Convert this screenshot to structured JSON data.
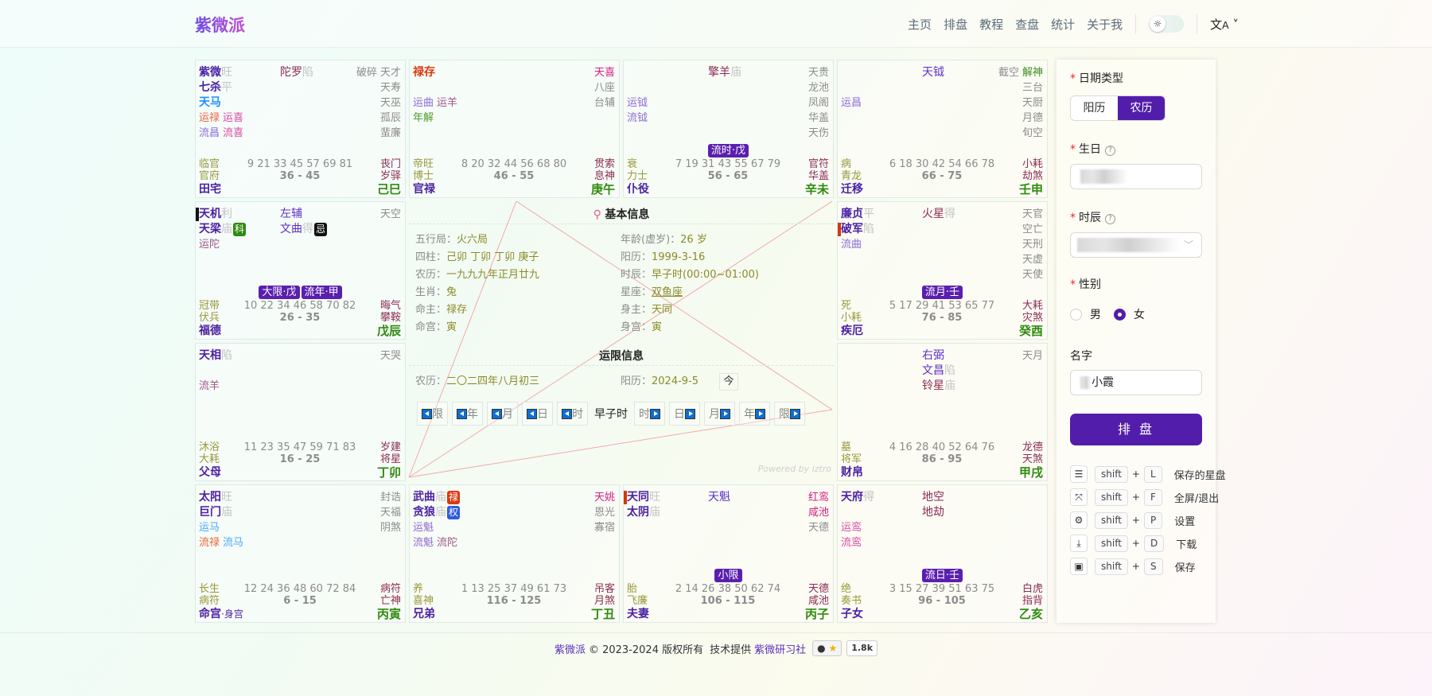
{
  "header": {
    "logo": "紫微派",
    "nav": [
      "主页",
      "排盘",
      "教程",
      "查盘",
      "统计",
      "关于我"
    ],
    "theme_icon": "sun-icon",
    "lang_icon": "translate-icon"
  },
  "colors": {
    "major": "#4a1fa3",
    "minor": "#5b2fc9",
    "sha": "#8a2a55",
    "gray": "#8c8c8c",
    "pink": "#d41f7f",
    "green": "#3b8f1e",
    "red": "#d9380f",
    "blue": "#1e90ff",
    "ypurple": "#8e6ad8",
    "ymaroon": "#a0588a",
    "yorange": "#e8643c",
    "ypink": "#d94aa2",
    "yblue": "#4aa8ff",
    "ygreen": "#4e9a2a",
    "olive": "#98983a",
    "maroon": "#8b2d55",
    "mut_科": "#2f8a10",
    "mut_忌": "#111111",
    "mut_禄": "#d9380f",
    "mut_权": "#2e5be0",
    "mark_black": "#111111",
    "mark_red": "#d4380d"
  },
  "palaces": [
    {
      "pos": [
        0,
        0
      ],
      "left": [
        {
          "n": "紫微",
          "b": "旺"
        },
        {
          "n": "七杀",
          "b": "平"
        },
        {
          "n": "天马",
          "c": "blue"
        }
      ],
      "mid": [
        {
          "n": "陀罗",
          "b": "陷",
          "c": "sha"
        }
      ],
      "right": [
        [
          {
            "n": "破碎"
          },
          {
            "n": "天才"
          }
        ],
        [
          {
            "n": "天寿"
          }
        ],
        [
          {
            "n": "天巫"
          }
        ],
        [
          {
            "n": "孤辰"
          }
        ],
        [
          {
            "n": "蜚廉"
          }
        ]
      ],
      "yun": [
        [
          {
            "n": "运禄",
            "c": "yorange"
          },
          {
            "n": "运喜",
            "c": "ypink"
          }
        ],
        [
          {
            "n": "流昌",
            "c": "ypurple"
          },
          {
            "n": "流喜",
            "c": "ypink"
          }
        ]
      ],
      "badges": [],
      "cs": "临官",
      "bs": "官府",
      "ages": "9 21 33 45 57 69 81",
      "decade": "36 - 45",
      "sq": "丧门",
      "jq": "岁驿",
      "name": "田宅",
      "stem": "己巳"
    },
    {
      "pos": [
        0,
        1
      ],
      "left": [
        {
          "n": "禄存",
          "c": "red"
        }
      ],
      "mid": [],
      "right": [
        [
          {
            "n": "天喜",
            "c": "pink"
          }
        ],
        [
          {
            "n": "八座"
          }
        ],
        [
          {
            "n": "台辅"
          }
        ]
      ],
      "yun": [
        [
          {
            "n": "运曲",
            "c": "ypurple"
          },
          {
            "n": "运羊",
            "c": "ymaroon"
          }
        ],
        [
          {
            "n": "年解",
            "c": "ygreen"
          }
        ]
      ],
      "badges": [],
      "cs": "帝旺",
      "bs": "博士",
      "ages": "8 20 32 44 56 68 80",
      "decade": "46 - 55",
      "sq": "贯索",
      "jq": "息神",
      "name": "官禄",
      "stem": "庚午"
    },
    {
      "pos": [
        0,
        2
      ],
      "left": [],
      "mid": [
        {
          "n": "擎羊",
          "b": "庙",
          "c": "sha"
        }
      ],
      "right": [
        [
          {
            "n": "天贵"
          }
        ],
        [
          {
            "n": "龙池"
          }
        ],
        [
          {
            "n": "凤阁"
          }
        ],
        [
          {
            "n": "华盖"
          }
        ],
        [
          {
            "n": "天伤"
          }
        ]
      ],
      "yun": [
        [
          {
            "n": "运钺",
            "c": "ypurple"
          }
        ],
        [
          {
            "n": "流钺",
            "c": "ypurple"
          }
        ]
      ],
      "badges": [
        "流时·戊"
      ],
      "cs": "衰",
      "bs": "力士",
      "ages": "7 19 31 43 55 67 79",
      "decade": "56 - 65",
      "sq": "官符",
      "jq": "华盖",
      "name": "仆役",
      "stem": "辛未"
    },
    {
      "pos": [
        0,
        3
      ],
      "left": [],
      "mid": [
        {
          "n": "天钺",
          "c": "minor"
        }
      ],
      "right": [
        [
          {
            "n": "截空"
          },
          {
            "n": "解神",
            "c": "green"
          }
        ],
        [
          {
            "n": "三台"
          }
        ],
        [
          {
            "n": "天厨"
          }
        ],
        [
          {
            "n": "月德"
          }
        ],
        [
          {
            "n": "旬空"
          }
        ]
      ],
      "yun": [
        [
          {
            "n": "运昌",
            "c": "ypurple"
          }
        ]
      ],
      "badges": [],
      "cs": "病",
      "bs": "青龙",
      "ages": "6 18 30 42 54 66 78",
      "decade": "66 - 75",
      "sq": "小耗",
      "jq": "劫煞",
      "name": "迁移",
      "stem": "壬申"
    },
    {
      "pos": [
        1,
        0
      ],
      "left": [
        {
          "n": "天机",
          "b": "利",
          "mk": "mark_black"
        },
        {
          "n": "天梁",
          "b": "庙",
          "m": "科"
        }
      ],
      "mid": [
        {
          "n": "左辅",
          "c": "minor"
        },
        {
          "n": "文曲",
          "b": "得",
          "m": "忌",
          "c": "minor"
        }
      ],
      "right": [
        [
          {
            "n": "天空"
          }
        ]
      ],
      "yun": [
        [
          {
            "n": "运陀",
            "c": "ymaroon"
          }
        ]
      ],
      "badges": [
        "大限·戊",
        "流年·甲"
      ],
      "cs": "冠带",
      "bs": "伏兵",
      "ages": "10 22 34 46 58 70 82",
      "decade": "26 - 35",
      "sq": "晦气",
      "jq": "攀鞍",
      "name": "福德",
      "stem": "戊辰"
    },
    {
      "pos": [
        1,
        3
      ],
      "left": [
        {
          "n": "廉贞",
          "b": "平"
        },
        {
          "n": "破军",
          "b": "陷",
          "mk": "mark_red"
        }
      ],
      "mid": [
        {
          "n": "火星",
          "b": "得",
          "c": "sha"
        }
      ],
      "right": [
        [
          {
            "n": "天官"
          }
        ],
        [
          {
            "n": "空亡"
          }
        ],
        [
          {
            "n": "天刑"
          }
        ],
        [
          {
            "n": "天虚"
          }
        ],
        [
          {
            "n": "天使"
          }
        ]
      ],
      "yun": [
        [
          {
            "n": "流曲",
            "c": "ypurple"
          }
        ]
      ],
      "badges": [
        "流月·壬"
      ],
      "cs": "死",
      "bs": "小耗",
      "ages": "5 17 29 41 53 65 77",
      "decade": "76 - 85",
      "sq": "大耗",
      "jq": "灾煞",
      "name": "疾厄",
      "stem": "癸酉"
    },
    {
      "pos": [
        2,
        0
      ],
      "left": [
        {
          "n": "天相",
          "b": "陷"
        }
      ],
      "mid": [],
      "right": [
        [
          {
            "n": "天哭"
          }
        ]
      ],
      "yun": [
        [
          {
            "n": "流羊",
            "c": "ymaroon"
          }
        ]
      ],
      "badges": [],
      "cs": "沐浴",
      "bs": "大耗",
      "ages": "11 23 35 47 59 71 83",
      "decade": "16 - 25",
      "sq": "岁建",
      "jq": "将星",
      "name": "父母",
      "stem": "丁卯"
    },
    {
      "pos": [
        2,
        3
      ],
      "left": [],
      "mid": [
        {
          "n": "右弼",
          "c": "minor"
        },
        {
          "n": "文昌",
          "b": "陷",
          "c": "minor"
        },
        {
          "n": "铃星",
          "b": "庙",
          "c": "sha"
        }
      ],
      "right": [
        [
          {
            "n": "天月"
          }
        ]
      ],
      "yun": [],
      "badges": [],
      "cs": "墓",
      "bs": "将军",
      "ages": "4 16 28 40 52 64 76",
      "decade": "86 - 95",
      "sq": "龙德",
      "jq": "天煞",
      "name": "财帛",
      "stem": "甲戌"
    },
    {
      "pos": [
        3,
        0
      ],
      "left": [
        {
          "n": "太阳",
          "b": "旺"
        },
        {
          "n": "巨门",
          "b": "庙"
        }
      ],
      "mid": [],
      "right": [
        [
          {
            "n": "封诰"
          }
        ],
        [
          {
            "n": "天福"
          }
        ],
        [
          {
            "n": "阴煞"
          }
        ]
      ],
      "yun": [
        [
          {
            "n": "运马",
            "c": "yblue"
          }
        ],
        [
          {
            "n": "流禄",
            "c": "yorange"
          },
          {
            "n": "流马",
            "c": "yblue"
          }
        ]
      ],
      "badges": [],
      "cs": "长生",
      "bs": "病符",
      "ages": "12 24 36 48 60 72 84",
      "decade": "6 - 15",
      "sq": "病符",
      "jq": "亡神",
      "name": "命宫",
      "body": "身宫",
      "stem": "丙寅"
    },
    {
      "pos": [
        3,
        1
      ],
      "left": [
        {
          "n": "武曲",
          "b": "庙",
          "m": "禄"
        },
        {
          "n": "贪狼",
          "b": "庙",
          "m": "权"
        }
      ],
      "mid": [],
      "right": [
        [
          {
            "n": "天姚",
            "c": "pink"
          }
        ],
        [
          {
            "n": "恩光"
          }
        ],
        [
          {
            "n": "寡宿"
          }
        ]
      ],
      "yun": [
        [
          {
            "n": "运魁",
            "c": "ypurple"
          }
        ],
        [
          {
            "n": "流魁",
            "c": "ypurple"
          },
          {
            "n": "流陀",
            "c": "ymaroon"
          }
        ]
      ],
      "badges": [],
      "cs": "养",
      "bs": "喜神",
      "ages": "1 13 25 37 49 61 73",
      "decade": "116 - 125",
      "sq": "吊客",
      "jq": "月煞",
      "name": "兄弟",
      "stem": "丁丑"
    },
    {
      "pos": [
        3,
        2
      ],
      "left": [
        {
          "n": "天同",
          "b": "旺",
          "mk": "mark_red"
        },
        {
          "n": "太阴",
          "b": "庙"
        }
      ],
      "mid": [
        {
          "n": "天魁",
          "c": "minor"
        }
      ],
      "right": [
        [
          {
            "n": "红鸾",
            "c": "pink"
          }
        ],
        [
          {
            "n": "咸池",
            "c": "pink"
          }
        ],
        [
          {
            "n": "天德"
          }
        ]
      ],
      "yun": [],
      "badges": [
        "小限"
      ],
      "cs": "胎",
      "bs": "飞廉",
      "ages": "2 14 26 38 50 62 74",
      "decade": "106 - 115",
      "sq": "天德",
      "jq": "咸池",
      "name": "夫妻",
      "stem": "丙子"
    },
    {
      "pos": [
        3,
        3
      ],
      "left": [
        {
          "n": "天府",
          "b": "得"
        }
      ],
      "mid": [
        {
          "n": "地空",
          "c": "sha"
        },
        {
          "n": "地劫",
          "c": "sha"
        }
      ],
      "right": [],
      "yun": [
        [
          {
            "n": "运鸾",
            "c": "ypink"
          }
        ],
        [
          {
            "n": "流鸾",
            "c": "ypink"
          }
        ]
      ],
      "badges": [
        "流日·壬"
      ],
      "cs": "绝",
      "bs": "奏书",
      "ages": "3 15 27 39 51 63 75",
      "decade": "96 - 105",
      "sq": "白虎",
      "jq": "指背",
      "name": "子女",
      "stem": "乙亥"
    }
  ],
  "center": {
    "basic_title": "基本信息",
    "basic_left": [
      {
        "k": "五行局：",
        "v": "火六局"
      },
      {
        "k": "四柱：",
        "v": "己卯 丁卯 丁卯 庚子"
      },
      {
        "k": "农历：",
        "v": "一九九九年正月廿九"
      },
      {
        "k": "生肖：",
        "v": "兔"
      },
      {
        "k": "命主：",
        "v": "禄存"
      },
      {
        "k": "命宫：",
        "v": "寅"
      }
    ],
    "basic_right": [
      {
        "k": "年龄(虚岁)：",
        "v": "26 岁"
      },
      {
        "k": "阳历：",
        "v": "1999-3-16"
      },
      {
        "k": "时辰：",
        "v": "早子时(00:00~01:00)"
      },
      {
        "k": "星座：",
        "v": "双鱼座"
      },
      {
        "k": "身主：",
        "v": "天同"
      },
      {
        "k": "身宫：",
        "v": "寅"
      }
    ],
    "horo_title": "运限信息",
    "lunar_label": "农历：",
    "lunar_value": "二〇二四年八月初三",
    "solar_label": "阳历：",
    "solar_value": "2024-9-5",
    "today": "今",
    "prev_buttons": [
      "限",
      "年",
      "月",
      "日",
      "时"
    ],
    "current_hour": "早子时",
    "next_buttons": [
      "时",
      "日",
      "月",
      "年",
      "限"
    ],
    "powered": "Powered by iztro"
  },
  "panel": {
    "date_type_label": "日期类型",
    "solar": "阳历",
    "lunar": "农历",
    "date_type_selected": "农历",
    "birthday_label": "生日",
    "hour_label": "时辰",
    "gender_label": "性别",
    "male": "男",
    "female": "女",
    "gender_selected": "女",
    "name_label": "名字",
    "name_value": "小霞",
    "submit": "排 盘",
    "shortcuts": [
      {
        "icon": "list-icon",
        "glyph": "☰",
        "mod": "shift",
        "key": "L",
        "label": "保存的星盘"
      },
      {
        "icon": "fullscreen-icon",
        "glyph": "⤧",
        "mod": "shift",
        "key": "F",
        "label": "全屏/退出"
      },
      {
        "icon": "gear-icon",
        "glyph": "⚙",
        "mod": "shift",
        "key": "P",
        "label": "设置"
      },
      {
        "icon": "download-icon",
        "glyph": "⤓",
        "mod": "shift",
        "key": "D",
        "label": "下载"
      },
      {
        "icon": "save-icon",
        "glyph": "▣",
        "mod": "shift",
        "key": "S",
        "label": "保存"
      }
    ]
  },
  "footer": {
    "brand": "紫微派",
    "copyright": "© 2023-2024 版权所有",
    "tech": "技术提供",
    "org": "紫微研习社",
    "stars": "1.8k"
  }
}
